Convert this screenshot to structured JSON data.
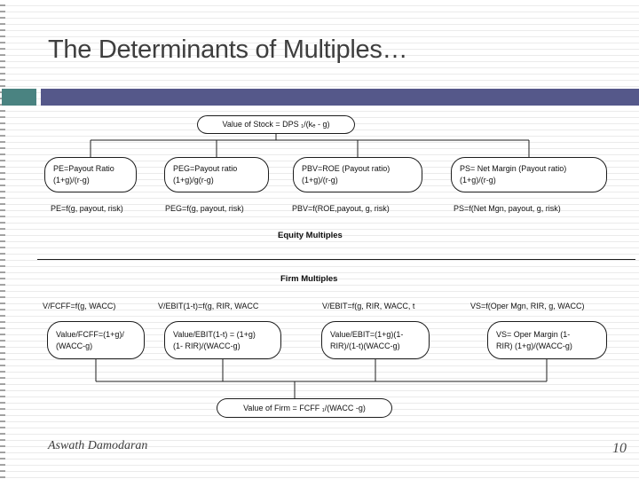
{
  "slide": {
    "title": "The Determinants of Multiples…",
    "footer": "Aswath Damodaran",
    "page_number": "10"
  },
  "colors": {
    "accent_teal": "#4a8381",
    "accent_purple": "#55588a",
    "title_text": "#3e3e3e",
    "diagram_ink": "#1c1c1c"
  },
  "diagram": {
    "root_node": "Value of Stock = DPS ₁/(kₑ - g)",
    "equity_nodes": [
      {
        "line1": "PE=Payout Ratio",
        "line2": "(1+g)/(r-g)"
      },
      {
        "line1": "PEG=Payout ratio",
        "line2": "(1+g)/g(r-g)"
      },
      {
        "line1": "PBV=ROE (Payout ratio)",
        "line2": "(1+g)/(r-g)"
      },
      {
        "line1": "PS= Net Margin (Payout ratio)",
        "line2": "(1+g)/(r-g)"
      }
    ],
    "equity_functions": [
      "PE=f(g, payout, risk)",
      "PEG=f(g, payout, risk)",
      "PBV=f(ROE,payout, g, risk)",
      "PS=f(Net Mgn, payout, g, risk)"
    ],
    "equity_section_label": "Equity Multiples",
    "firm_section_label": "Firm Multiples",
    "firm_functions": [
      "V/FCFF=f(g, WACC)",
      "V/EBIT(1-t)=f(g, RIR, WACC",
      "V/EBIT=f(g, RIR, WACC, t",
      "VS=f(Oper Mgn, RIR, g, WACC)"
    ],
    "firm_nodes": [
      {
        "line1": "Value/FCFF=(1+g)/",
        "line2": "(WACC-g)"
      },
      {
        "line1": "Value/EBIT(1-t) = (1+g)",
        "line2": "(1- RIR)/(WACC-g)"
      },
      {
        "line1": "Value/EBIT=(1+g)(1-",
        "line2": "RIR)/(1-t)(WACC-g)"
      },
      {
        "line1": "VS= Oper Margin (1-",
        "line2": "RIR) (1+g)/(WACC-g)"
      }
    ],
    "firm_value_node": "Value of Firm = FCFF ₁/(WACC -g)"
  }
}
